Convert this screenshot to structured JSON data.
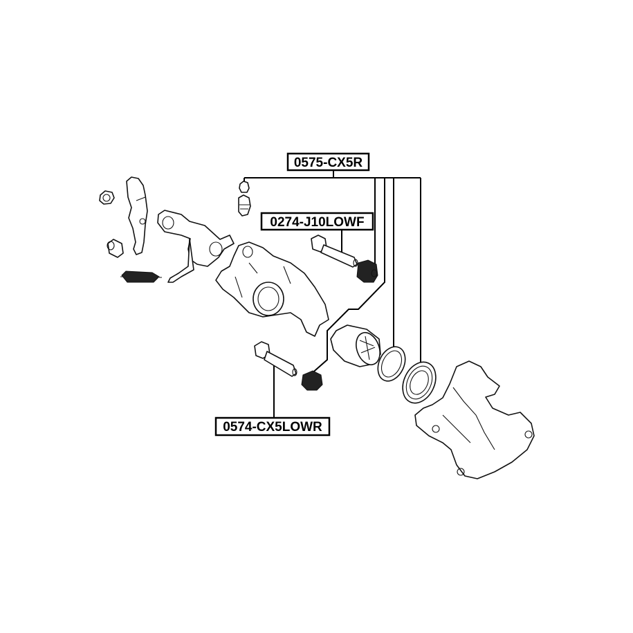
{
  "diagram": {
    "type": "exploded-parts-view",
    "subject": "rear brake caliper assembly",
    "labels": [
      {
        "id": "repair-kit",
        "text": "0575-CX5R"
      },
      {
        "id": "guide-pin-upper",
        "text": "0274-J10LOWF"
      },
      {
        "id": "guide-pin-lower",
        "text": "0574-CX5LOWR"
      }
    ],
    "parts": [
      "nut",
      "parking-brake-lever",
      "pin-bushing",
      "return-spring",
      "lever-bracket",
      "bleeder-cap",
      "bleeder-screw",
      "caliper-body",
      "upper-guide-pin",
      "upper-pin-boot",
      "lower-guide-pin",
      "lower-pin-boot",
      "piston",
      "piston-seal",
      "dust-boot",
      "caliper-bracket"
    ]
  }
}
